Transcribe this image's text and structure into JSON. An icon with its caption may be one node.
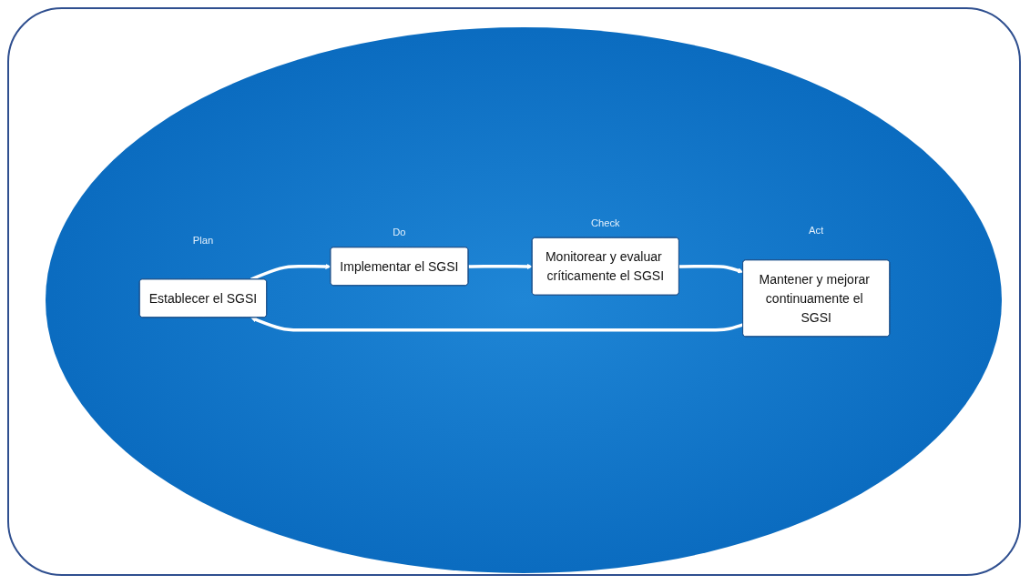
{
  "diagram": {
    "nodes": [
      {
        "text": [
          "Establecer el SGSI"
        ],
        "beside": [
          "Plan"
        ]
      },
      {
        "text": [
          "Implementar el SGSI"
        ],
        "beside": [
          "Do"
        ]
      },
      {
        "text": [
          "Monitorear y evaluar críticamente el SGSI"
        ],
        "beside": [
          "Check"
        ]
      },
      {
        "text": [
          "Mantener y mejorar continuamente el SGSI"
        ],
        "beside": [
          "Act"
        ]
      }
    ],
    "edges": [
      {
        "from": 0,
        "to": 1,
        "arrow": "to"
      },
      {
        "from": 1,
        "to": 2,
        "arrow": "to"
      },
      {
        "from": 2,
        "to": 3,
        "arrow": "to"
      },
      {
        "from": 3,
        "to": 0,
        "arrow": "to"
      }
    ]
  }
}
